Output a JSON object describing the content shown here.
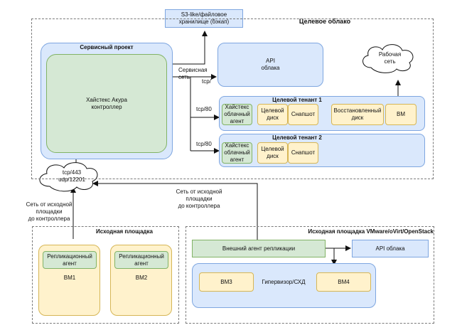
{
  "s3": "S3-like/файловое\nхранилище (бэкап)",
  "target_cloud": {
    "title": "Целевое облако",
    "service_project": "Сервисный проект",
    "controller": "Хайстекс Акура\nконтроллер",
    "api": "API\nоблака",
    "work_network": "Рабочая\nсеть",
    "service_network": "Сервисная сеть",
    "tcp": "tcp/",
    "tcp80_a": "tcp/80",
    "tcp80_b": "tcp/80",
    "tenant1": {
      "title": "Целевой тенант 1",
      "agent": "Хайстекс\nоблачный\nагент",
      "disk": "Целевой\nдиск",
      "snapshot": "Снапшот",
      "restored": "Восстановленный\nдиск",
      "vm": "ВМ"
    },
    "tenant2": {
      "title": "Целевой тенант 2",
      "agent": "Хайстекс\nоблачный\nагент",
      "disk": "Целевой\nдиск",
      "snapshot": "Снапшот"
    }
  },
  "ports_cloud": "tcp/443\nudp/12201",
  "net_left": "Сеть от исходной\nплощадки\nдо контроллера",
  "net_right": "Сеть от исходной\nплощадки\nдо контроллера",
  "source_site": {
    "title": "Исходная площадка",
    "vm1_agent": "Репликационный\nагент",
    "vm1": "ВМ1",
    "vm2_agent": "Репликационный\nагент",
    "vm2": "ВМ2"
  },
  "source_vmware": {
    "title": "Исходная площадка VMware/oVirt/OpenStack",
    "ext_agent": "Внешний агент репликации",
    "api": "API облака",
    "vm3": "ВМ3",
    "hypervisor": "Гипервизор/СХД",
    "vm4": "ВМ4"
  }
}
